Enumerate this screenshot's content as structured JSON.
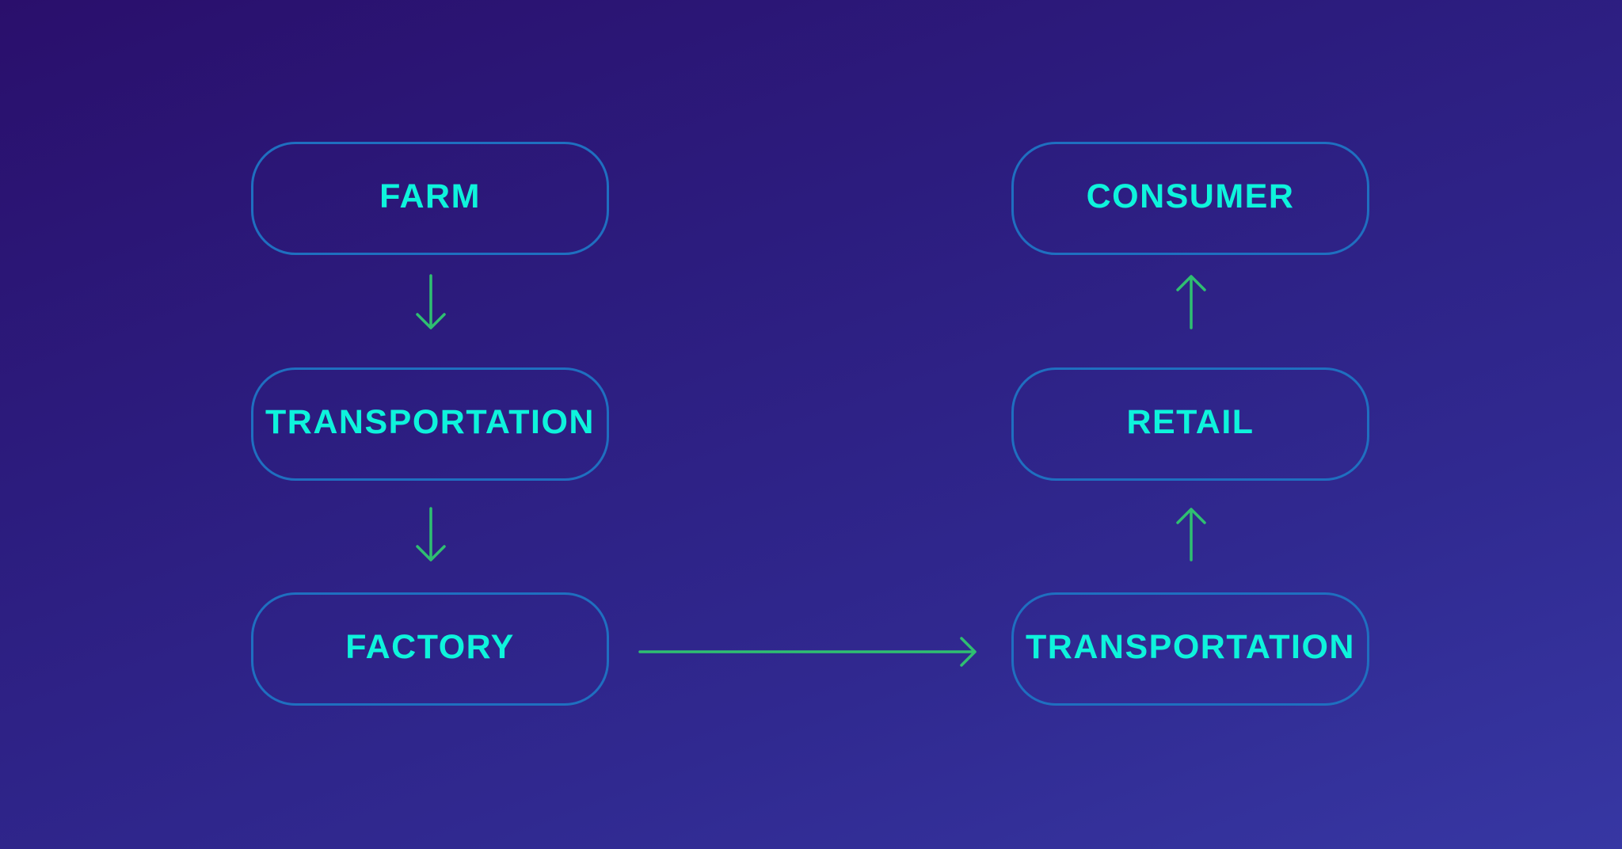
{
  "diagram": {
    "title": "",
    "colors": {
      "node_border": "#1f6fc0",
      "node_text": "#0ef3dc",
      "arrow": "#2fbf71",
      "background_start": "#2a0f6c",
      "background_end": "#3737a3"
    },
    "nodes": [
      {
        "id": "farm",
        "label": "FARM"
      },
      {
        "id": "transportation-1",
        "label": "TRANSPORTATION"
      },
      {
        "id": "factory",
        "label": "FACTORY"
      },
      {
        "id": "transportation-2",
        "label": "TRANSPORTATION"
      },
      {
        "id": "retail",
        "label": "RETAIL"
      },
      {
        "id": "consumer",
        "label": "CONSUMER"
      }
    ],
    "edges": [
      {
        "from": "farm",
        "to": "transportation-1",
        "direction": "down"
      },
      {
        "from": "transportation-1",
        "to": "factory",
        "direction": "down"
      },
      {
        "from": "factory",
        "to": "transportation-2",
        "direction": "right"
      },
      {
        "from": "transportation-2",
        "to": "retail",
        "direction": "up"
      },
      {
        "from": "retail",
        "to": "consumer",
        "direction": "up"
      }
    ]
  }
}
